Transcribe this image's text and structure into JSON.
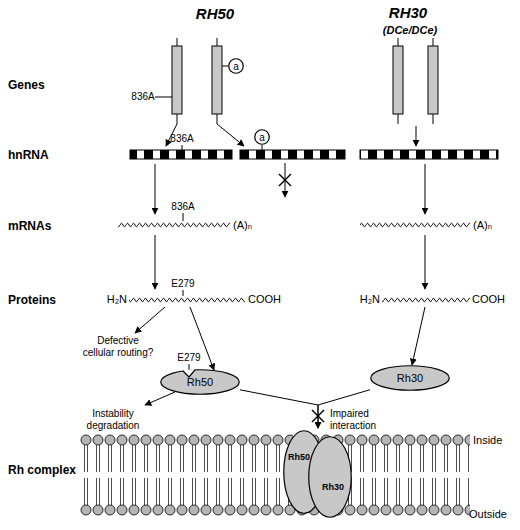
{
  "diagram": {
    "nodes": [
      {
        "text": [
          "a"
        ]
      },
      {
        "text": [
          "a"
        ]
      },
      {
        "text": [
          "Rh50"
        ]
      },
      {
        "text": [
          "Rh30"
        ]
      },
      {
        "text": [
          "Inside",
          "Outside"
        ]
      },
      {
        "text": [
          "Rh50"
        ],
        "in": 4
      },
      {
        "text": [
          "Rh30"
        ],
        "in": 4
      }
    ],
    "edges": [
      {
        "from": 2,
        "to": 4,
        "arrow": "to",
        "label": "Impaired interaction"
      },
      {
        "from": 3,
        "to": 4,
        "arrow": "to"
      }
    ],
    "labels": [
      "RH50",
      "RH30",
      "(DCe/DCe)",
      "Genes",
      "836A",
      "hnRNA",
      "836A",
      "mRNAs",
      "836A",
      "(A)ₙ",
      "(A)ₙ",
      "Proteins",
      "H₂N",
      "E279",
      "COOH",
      "H₂N",
      "COOH",
      "Defective cellular routing?",
      "E279",
      "Instability degradation",
      "Rh complex"
    ]
  }
}
